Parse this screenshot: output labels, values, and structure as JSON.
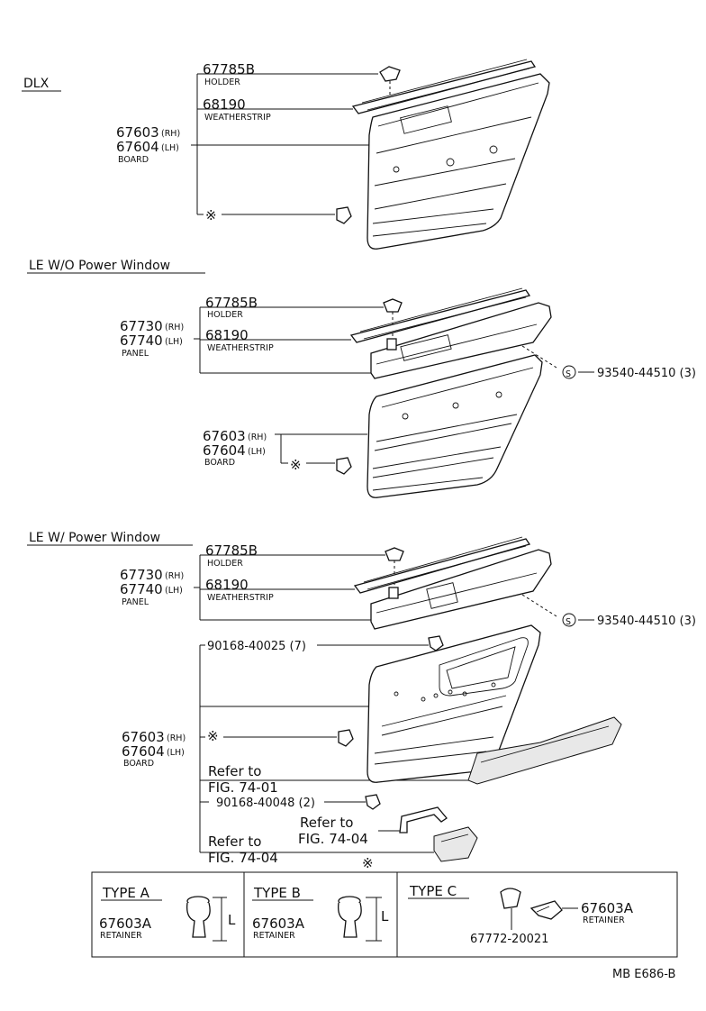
{
  "sections": {
    "dlx": {
      "title": "DLX",
      "holder_pn": "67785B",
      "holder_label": "HOLDER",
      "weatherstrip_pn": "68190",
      "weatherstrip_label": "WEATHERSTRIP",
      "board_pn_rh": "67603",
      "board_suffix_rh": "(RH)",
      "board_pn_lh": "67604",
      "board_suffix_lh": "(LH)",
      "board_label": "BOARD",
      "asterisk": "※"
    },
    "le_wo": {
      "title": "LE  W/O Power Window",
      "holder_pn": "67785B",
      "holder_label": "HOLDER",
      "panel_pn_rh": "67730",
      "panel_suffix_rh": "(RH)",
      "panel_pn_lh": "67740",
      "panel_suffix_lh": "(LH)",
      "panel_label": "PANEL",
      "weatherstrip_pn": "68190",
      "weatherstrip_label": "WEATHERSTRIP",
      "screw_pn": "93540-44510 (3)",
      "screw_symbol": "S",
      "board_pn_rh": "67603",
      "board_suffix_rh": "(RH)",
      "board_pn_lh": "67604",
      "board_suffix_lh": "(LH)",
      "board_label": "BOARD",
      "asterisk": "※"
    },
    "le_w": {
      "title": "LE  W/ Power Window",
      "holder_pn": "67785B",
      "holder_label": "HOLDER",
      "panel_pn_rh": "67730",
      "panel_suffix_rh": "(RH)",
      "panel_pn_lh": "67740",
      "panel_suffix_lh": "(LH)",
      "panel_label": "PANEL",
      "weatherstrip_pn": "68190",
      "weatherstrip_label": "WEATHERSTRIP",
      "screw_pn": "93540-44510 (3)",
      "screw_symbol": "S",
      "bolt1_pn": "90168-40025 (7)",
      "board_pn_rh": "67603",
      "board_suffix_rh": "(RH)",
      "board_pn_lh": "67604",
      "board_suffix_lh": "(LH)",
      "board_label": "BOARD",
      "asterisk": "※",
      "refer1_line1": "Refer to",
      "refer1_line2": "FIG. 74-01",
      "bolt2_pn": "90168-40048 (2)",
      "refer2_line1": "Refer to",
      "refer2_line2": "FIG. 74-04",
      "refer3_line1": "Refer to",
      "refer3_line2": "FIG. 74-04",
      "bottom_asterisk": "※"
    }
  },
  "types": {
    "a": {
      "title": "TYPE A",
      "pn": "67603A",
      "label": "RETAINER",
      "dim": "L"
    },
    "b": {
      "title": "TYPE B",
      "pn": "67603A",
      "label": "RETAINER",
      "dim": "L"
    },
    "c": {
      "title": "TYPE C",
      "pn_cap": "67772-20021",
      "pn": "67603A",
      "label": "RETAINER"
    }
  },
  "footer": {
    "code": "MB  E686-B"
  }
}
